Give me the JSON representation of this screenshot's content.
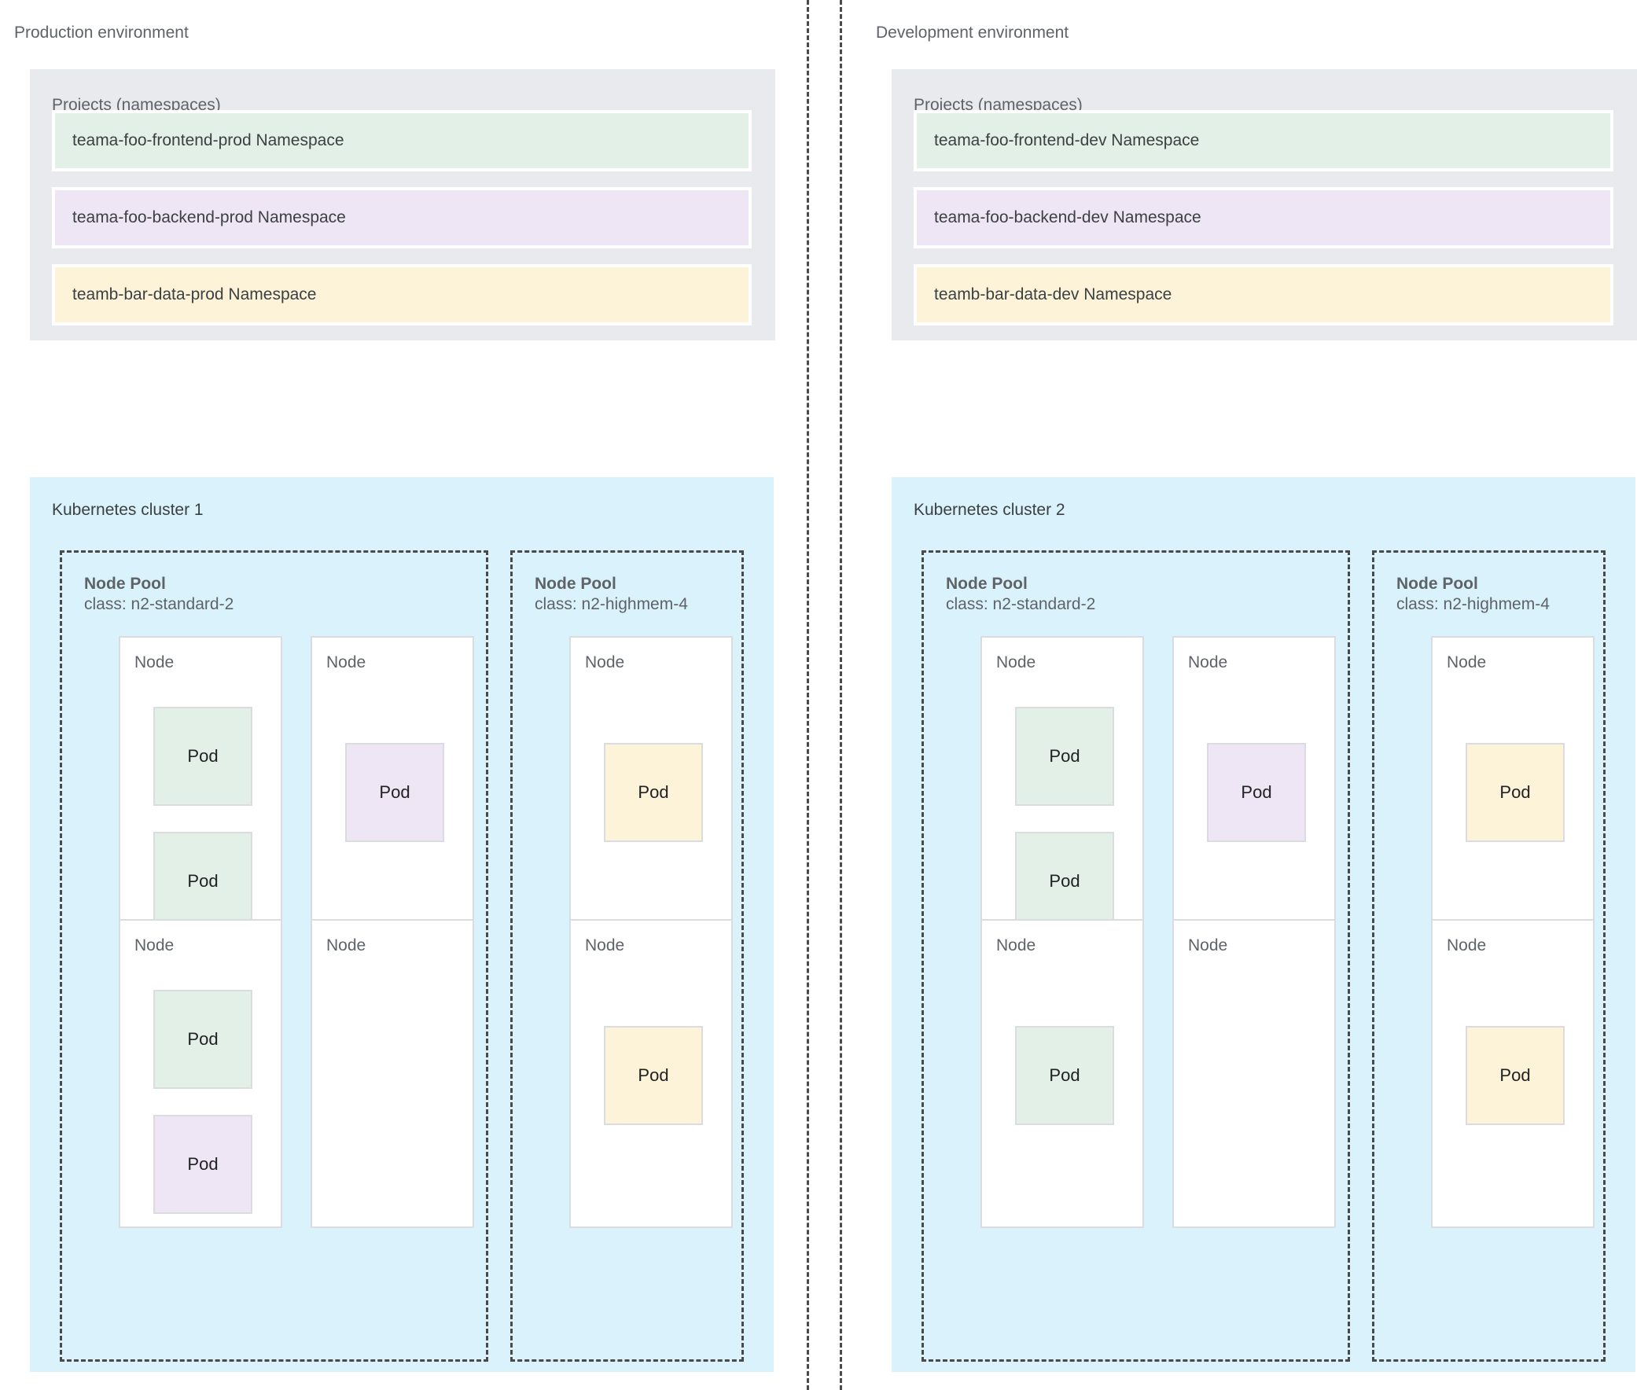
{
  "colors": {
    "page_background": "#ffffff",
    "projects_panel": "#e8eaed",
    "cluster_panel": "#d9f2fc",
    "node_fill": "#ffffff",
    "node_border": "#dadce0",
    "pod_green": "#e3f0e8",
    "pod_purple": "#eee5f5",
    "pod_yellow": "#fdf3d9",
    "divider": "#4a4a4a",
    "text_muted": "#5f6368",
    "text_dark": "#3c4043"
  },
  "environments": [
    {
      "title": "Production environment",
      "projects": {
        "title": "Projects (namespaces)",
        "namespaces": [
          {
            "label": "teama-foo-frontend-prod Namespace",
            "color": "#e3f0e8"
          },
          {
            "label": "teama-foo-backend-prod Namespace",
            "color": "#eee5f5"
          },
          {
            "label": "teamb-bar-data-prod Namespace",
            "color": "#fdf3d9"
          }
        ]
      },
      "cluster": {
        "title": "Kubernetes cluster 1",
        "node_pools": [
          {
            "title": "Node Pool",
            "class_label": "class: n2-standard-2",
            "columns": [
              {
                "nodes": [
                  {
                    "label": "Node",
                    "pods": [
                      {
                        "label": "Pod",
                        "color": "#e3f0e8"
                      },
                      {
                        "label": "Pod",
                        "color": "#e3f0e8"
                      }
                    ]
                  },
                  {
                    "label": "Node",
                    "pods": [
                      {
                        "label": "Pod",
                        "color": "#e3f0e8"
                      },
                      {
                        "label": "Pod",
                        "color": "#eee5f5"
                      }
                    ]
                  }
                ]
              },
              {
                "nodes": [
                  {
                    "label": "Node",
                    "pods": [
                      {
                        "label": "Pod",
                        "color": "#eee5f5"
                      }
                    ]
                  },
                  {
                    "label": "Node",
                    "pods": []
                  }
                ]
              }
            ]
          },
          {
            "title": "Node Pool",
            "class_label": "class: n2-highmem-4",
            "columns": [
              {
                "nodes": [
                  {
                    "label": "Node",
                    "pods": [
                      {
                        "label": "Pod",
                        "color": "#fdf3d9"
                      }
                    ]
                  },
                  {
                    "label": "Node",
                    "pods": [
                      {
                        "label": "Pod",
                        "color": "#fdf3d9"
                      }
                    ]
                  }
                ]
              }
            ]
          }
        ]
      }
    },
    {
      "title": "Development environment",
      "projects": {
        "title": "Projects (namespaces)",
        "namespaces": [
          {
            "label": "teama-foo-frontend-dev Namespace",
            "color": "#e3f0e8"
          },
          {
            "label": "teama-foo-backend-dev Namespace",
            "color": "#eee5f5"
          },
          {
            "label": "teamb-bar-data-dev Namespace",
            "color": "#fdf3d9"
          }
        ]
      },
      "cluster": {
        "title": "Kubernetes cluster 2",
        "node_pools": [
          {
            "title": "Node Pool",
            "class_label": "class: n2-standard-2",
            "columns": [
              {
                "nodes": [
                  {
                    "label": "Node",
                    "pods": [
                      {
                        "label": "Pod",
                        "color": "#e3f0e8"
                      },
                      {
                        "label": "Pod",
                        "color": "#e3f0e8"
                      }
                    ]
                  },
                  {
                    "label": "Node",
                    "pods": [
                      {
                        "label": "Pod",
                        "color": "#e3f0e8"
                      }
                    ]
                  }
                ]
              },
              {
                "nodes": [
                  {
                    "label": "Node",
                    "pods": [
                      {
                        "label": "Pod",
                        "color": "#eee5f5"
                      }
                    ]
                  },
                  {
                    "label": "Node",
                    "pods": []
                  }
                ]
              }
            ]
          },
          {
            "title": "Node Pool",
            "class_label": "class: n2-highmem-4",
            "columns": [
              {
                "nodes": [
                  {
                    "label": "Node",
                    "pods": [
                      {
                        "label": "Pod",
                        "color": "#fdf3d9"
                      }
                    ]
                  },
                  {
                    "label": "Node",
                    "pods": [
                      {
                        "label": "Pod",
                        "color": "#fdf3d9"
                      }
                    ]
                  }
                ]
              }
            ]
          }
        ]
      }
    }
  ]
}
